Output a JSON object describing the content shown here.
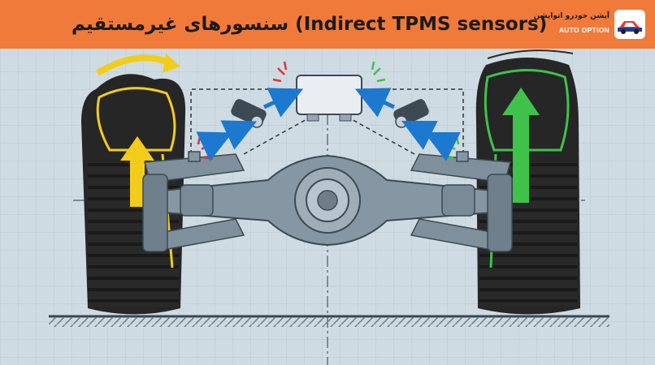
{
  "header": {
    "title": "سنسورهای غیرمستقیم (Indirect TPMS sensors)",
    "brand_name_fa": "آپشن خودرو اتواپشن",
    "brand_name_en": "AUTO OPTION"
  },
  "diagram": {
    "components": [
      {
        "name": "left-tire",
        "state": "deflated",
        "arrow_color": "#f2cc1a"
      },
      {
        "name": "right-tire",
        "state": "normal",
        "arrow_color": "#3fc24a"
      },
      {
        "name": "abs-control-unit"
      },
      {
        "name": "left-wheel-speed-sensor"
      },
      {
        "name": "right-wheel-speed-sensor"
      },
      {
        "name": "rear-axle-differential"
      }
    ],
    "colors": {
      "header": "#f07a3a",
      "background": "#cfdbe3",
      "signal_arrow": "#1d78d0",
      "alert_red": "#e53232",
      "ok_green": "#3fc24a",
      "deflated_yellow": "#f2cc1a"
    }
  }
}
